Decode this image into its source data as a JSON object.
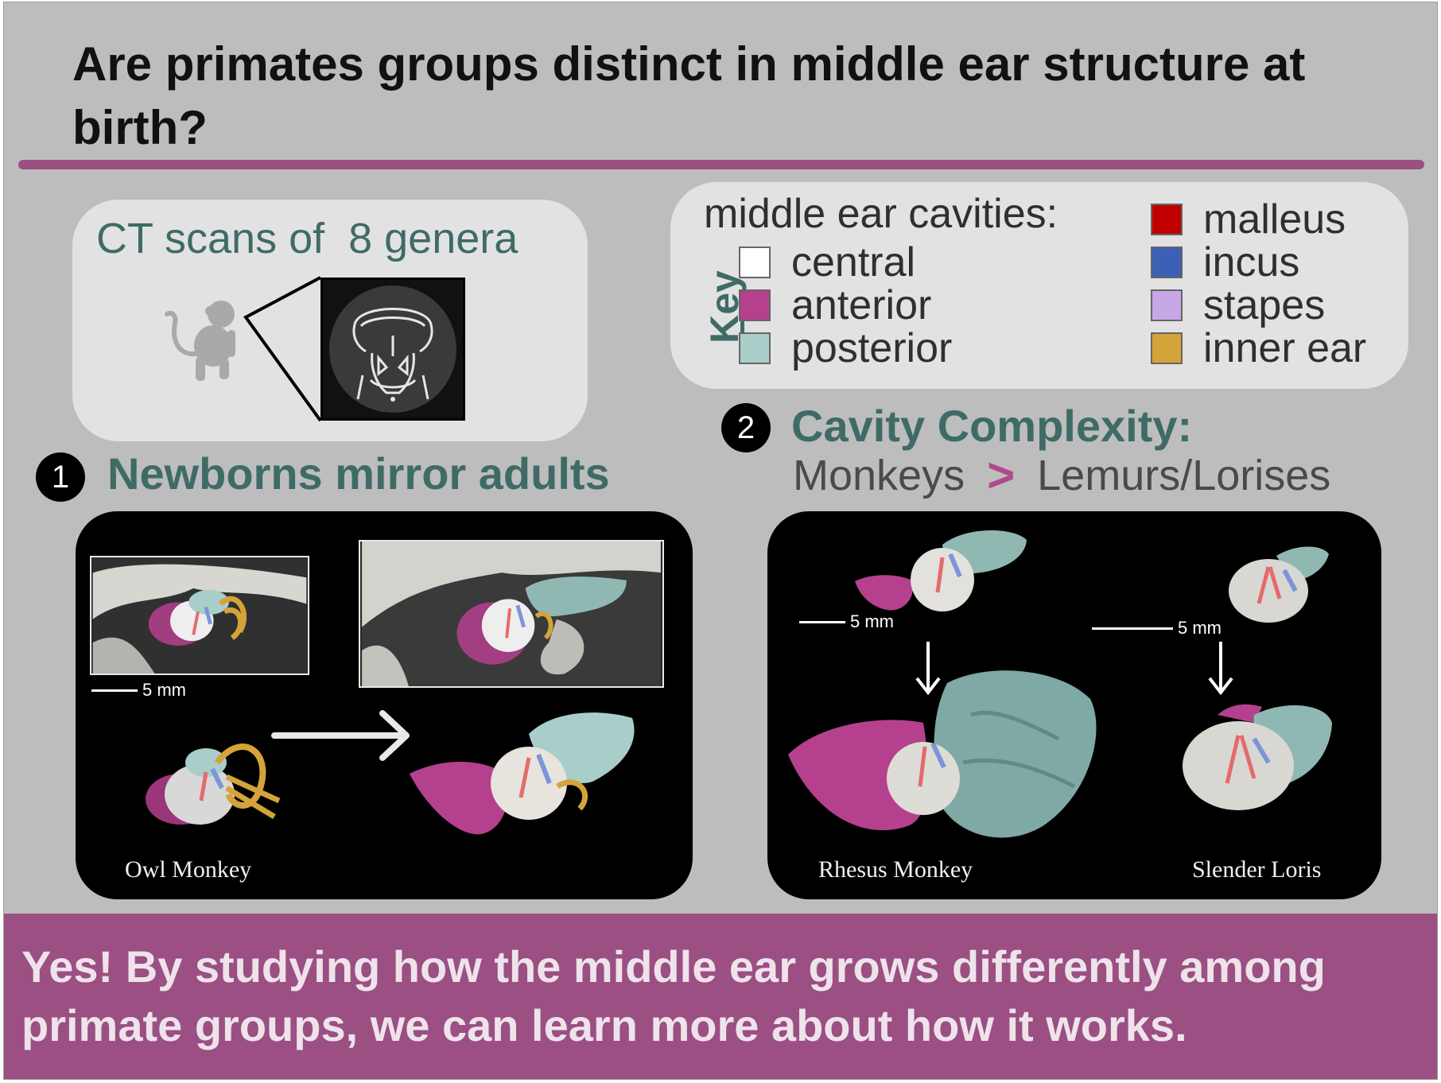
{
  "title": "Are primates groups distinct in middle ear structure at birth?",
  "ct_box": {
    "label": "CT scans of  8 genera",
    "monkey_icon": "monkey-silhouette-icon",
    "ct_icon": "skull-ct-slice-icon"
  },
  "key": {
    "heading": "Key",
    "cavities_title": "middle ear cavities:",
    "cavities": [
      {
        "label": "central",
        "color": "#ffffff"
      },
      {
        "label": "anterior",
        "color": "#b5408e"
      },
      {
        "label": "posterior",
        "color": "#a9cdc9"
      }
    ],
    "bones": [
      {
        "label": "malleus",
        "color": "#c00000"
      },
      {
        "label": "incus",
        "color": "#3d5fb5"
      },
      {
        "label": "stapes",
        "color": "#c7a8e6"
      },
      {
        "label": "inner ear",
        "color": "#d4a33a"
      }
    ]
  },
  "section1": {
    "number": "1",
    "heading": "Newborns mirror adults",
    "scale_label": "5 mm",
    "species_label": "Owl Monkey"
  },
  "section2": {
    "number": "2",
    "heading": "Cavity Complexity:",
    "left_term": "Monkeys",
    "comparator": ">",
    "right_term": "Lemurs/Lorises",
    "scale_left": "5 mm",
    "scale_right": "5 mm",
    "species_left": "Rhesus Monkey",
    "species_right": "Slender Loris"
  },
  "footer": "Yes! By studying how the middle ear grows differently among primate groups, we can learn more about how it works."
}
